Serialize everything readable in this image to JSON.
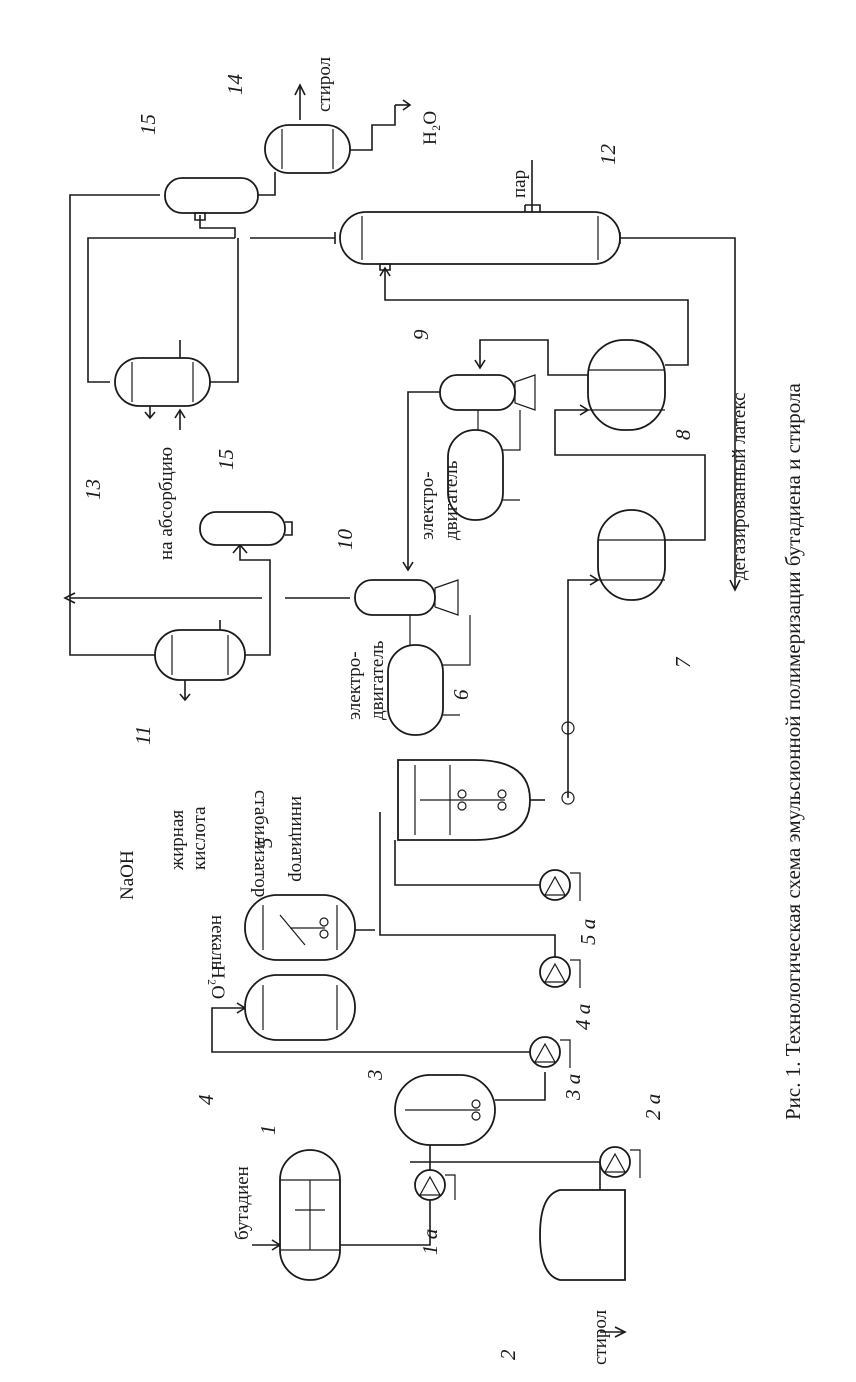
{
  "caption": "Рис. 1. Технологическая схема эмульсионной полимеризации бутадиена и стирола",
  "labels": {
    "butadien": "бутадиен",
    "stirol_in": "стирол",
    "h2o": "H₂O",
    "nekal": "некаль",
    "naoh": "NaOH",
    "zhirnaya": "жирная",
    "kislota": "кислота",
    "initiator": "инициатор",
    "stabilizator": "стабилизатор",
    "elektro_1": "электро-",
    "dvigatel_1": "двигатель",
    "elektro_2": "электро-",
    "dvigatel_2": "двигатель",
    "na_absorbciyu": "на абсорбцию",
    "degaz_lateks": "дегазированный латекс",
    "par": "пар",
    "stirol_out": "стирол",
    "h2o_out": "H₂O"
  },
  "equipment_numbers": {
    "n1": "1",
    "n1a": "1 а",
    "n2": "2",
    "n2a": "2 а",
    "n3": "3",
    "n3a": "3 а",
    "n4": "4",
    "n4a": "4 а",
    "n5": "5",
    "n5a": "5 а",
    "n6": "6",
    "n7": "7",
    "n8": "8",
    "n9": "9",
    "n10": "10",
    "n11": "11",
    "n12": "12",
    "n13": "13",
    "n14": "14",
    "n15a": "15",
    "n15b": "15"
  }
}
